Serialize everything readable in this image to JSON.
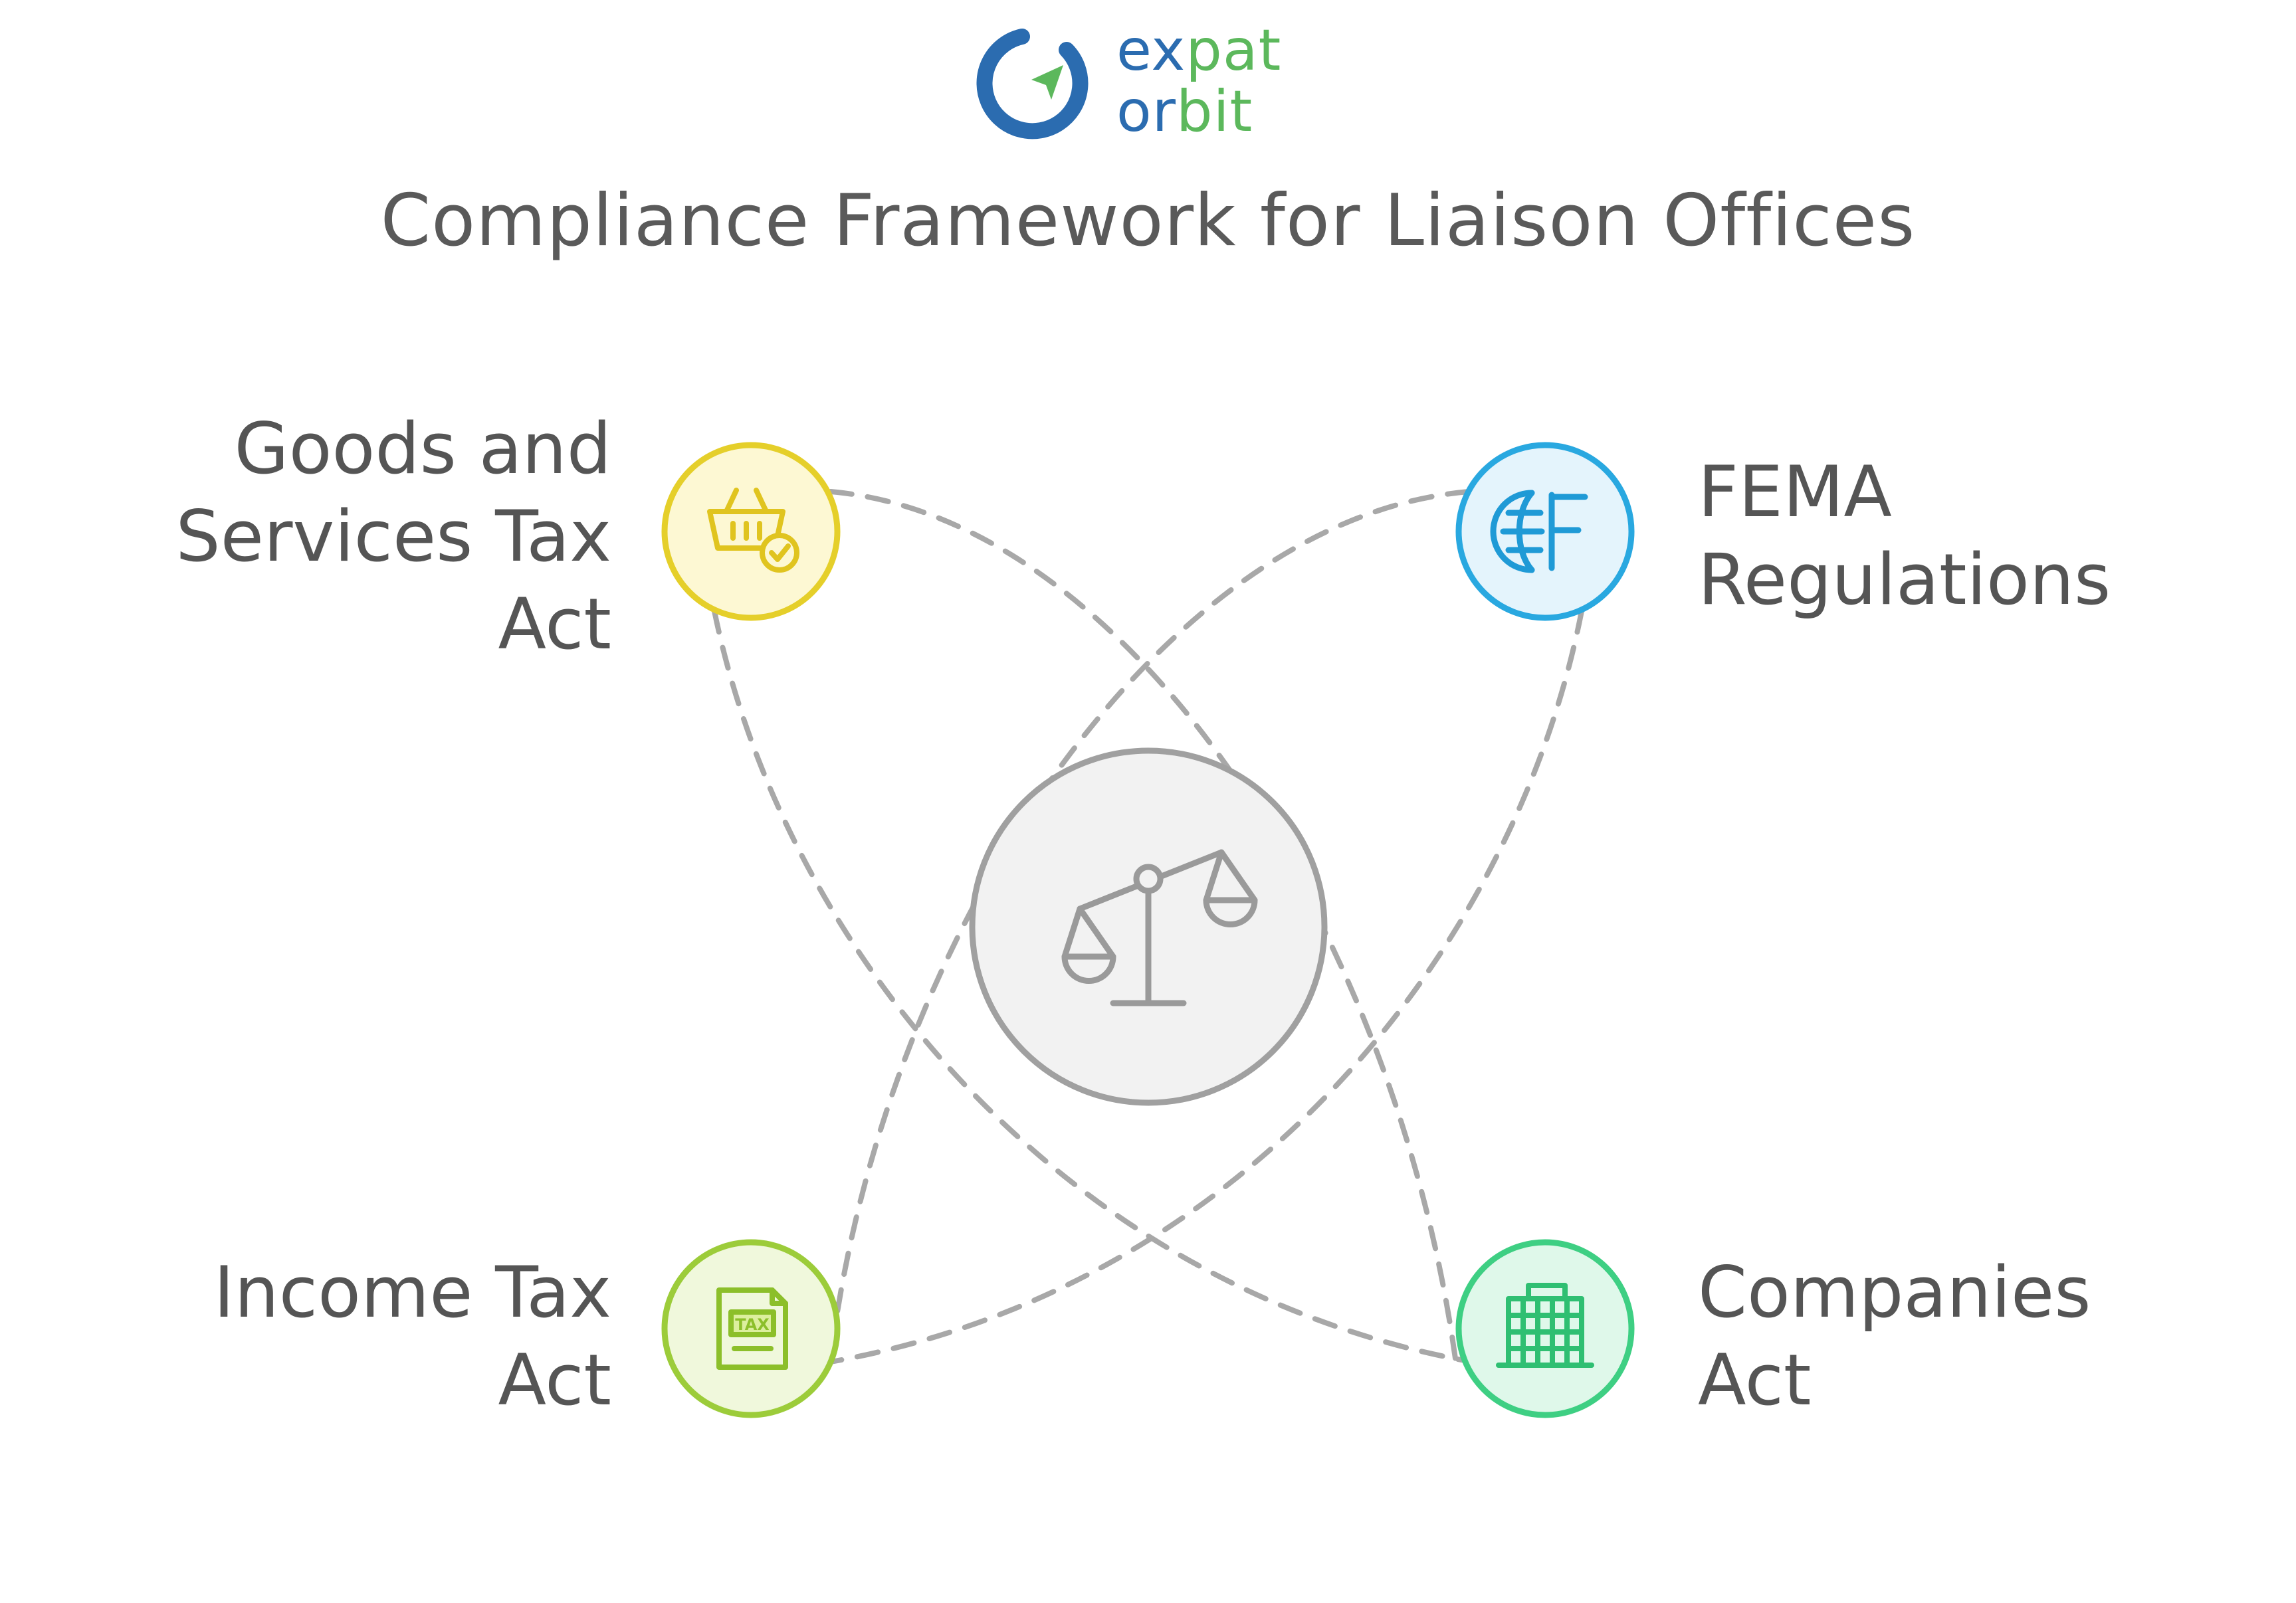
{
  "logo": {
    "line1_a": "ex",
    "line1_b": "pat",
    "line2_a": "or",
    "line2_b": "bit",
    "brand_blue": "#2b6cb0",
    "brand_green": "#5cb85c"
  },
  "title": "Compliance Framework for Liaison Offices",
  "center": {
    "icon": "balance-scale-icon"
  },
  "nodes": [
    {
      "id": "gst",
      "lines": [
        "Goods and",
        "Services Tax",
        "Act"
      ],
      "icon": "shopping-basket-check-icon",
      "color": "#e5cf2a",
      "fill": "#fdf8d3"
    },
    {
      "id": "fema",
      "lines": [
        "FEMA",
        "Regulations"
      ],
      "icon": "globe-f-icon",
      "color": "#29a8e0",
      "fill": "#e4f4fc"
    },
    {
      "id": "income",
      "lines": [
        "Income Tax",
        "Act"
      ],
      "icon": "tax-document-icon",
      "color": "#9ccc3a",
      "fill": "#f0f8dc"
    },
    {
      "id": "companies",
      "lines": [
        "Companies",
        "Act"
      ],
      "icon": "office-building-icon",
      "color": "#3ecf83",
      "fill": "#dff8ea"
    }
  ],
  "colors": {
    "dash": "#a8a8a8",
    "center_fill": "#f2f2f2",
    "center_stroke": "#a0a0a0",
    "text": "#555555"
  }
}
